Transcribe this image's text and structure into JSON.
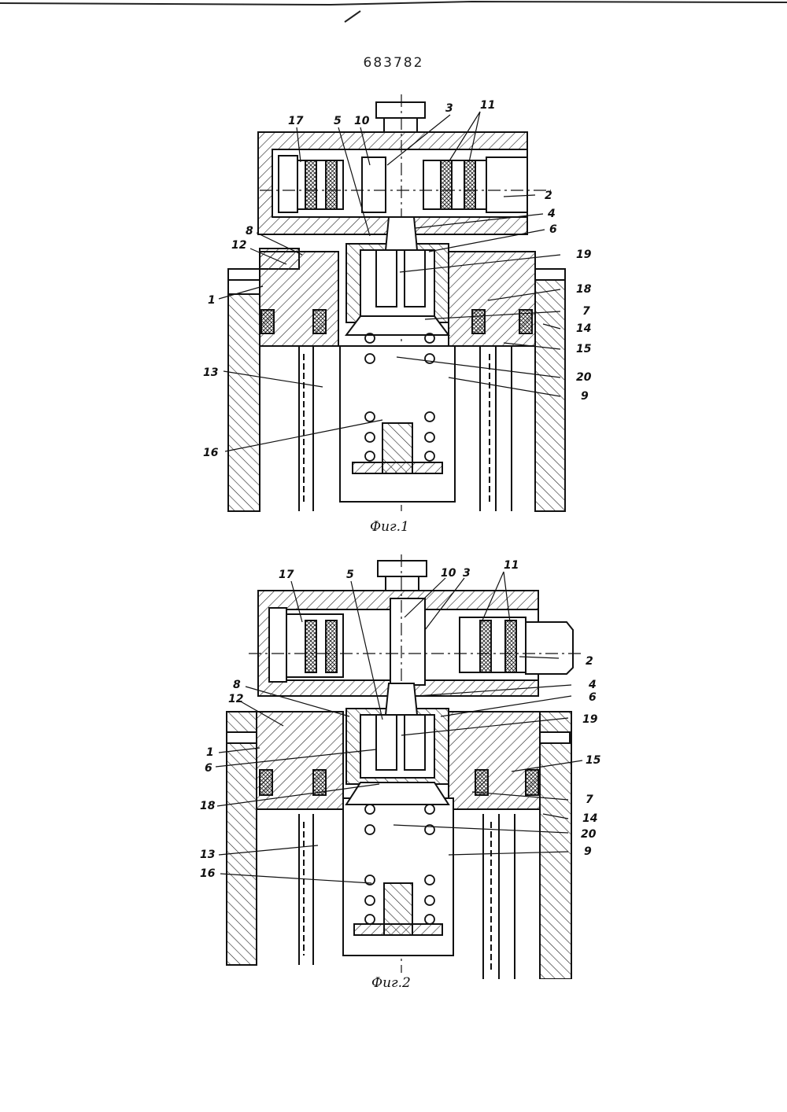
{
  "document": {
    "number": "683782"
  },
  "figures": [
    {
      "caption": "Фиг.1",
      "labels": {
        "l1": "1",
        "l2": "2",
        "l3": "3",
        "l4": "4",
        "l5": "5",
        "l6": "6",
        "l7": "7",
        "l8": "8",
        "l9": "9",
        "l10": "10",
        "l11": "11",
        "l12": "12",
        "l13": "13",
        "l14": "14",
        "l15": "15",
        "l16": "16",
        "l17": "17",
        "l18": "18",
        "l19": "19",
        "l20": "20"
      }
    },
    {
      "caption": "Фиг.2",
      "labels": {
        "l1": "1",
        "l2": "2",
        "l3": "3",
        "l4": "4",
        "l5": "5",
        "l6": "6",
        "l6b": "6",
        "l7": "7",
        "l8": "8",
        "l9": "9",
        "l10": "10",
        "l11": "11",
        "l12": "12",
        "l13": "13",
        "l14": "14",
        "l15": "15",
        "l16": "16",
        "l17": "17",
        "l18": "18",
        "l19": "19",
        "l20": "20"
      }
    }
  ]
}
